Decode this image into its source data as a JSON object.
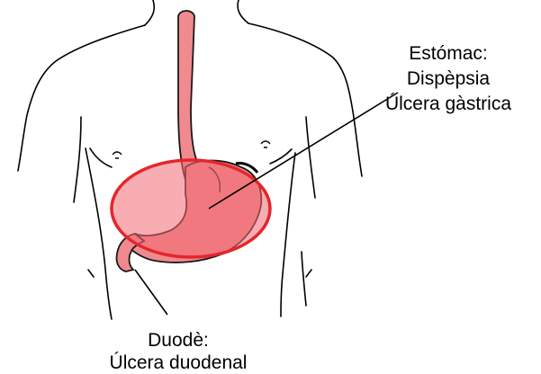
{
  "labels": {
    "stomach": {
      "line1": "Estómac:",
      "line2": "Dispèpsia",
      "line3": "Úlcera gàstrica"
    },
    "duodenum": {
      "line1": "Duodè:",
      "line2": "Úlcera duodenal"
    }
  },
  "colors": {
    "organ_fill": "#f08a8f",
    "organ_stroke": "#1a1a1a",
    "highlight_fill": "#f26a72",
    "highlight_stroke": "#e3262c",
    "body_outline": "#000000"
  }
}
